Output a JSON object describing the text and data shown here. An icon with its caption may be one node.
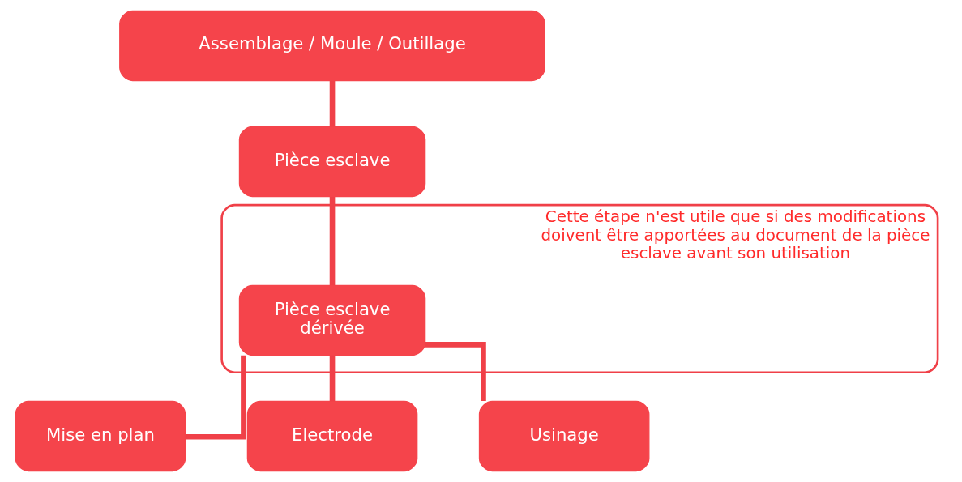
{
  "diagram": {
    "nodes": [
      {
        "text": [
          "Assemblage / Moule / Outillage"
        ]
      },
      {
        "text": [
          "Pièce esclave"
        ]
      },
      {
        "text": [
          "Cette étape n'est utile que si des modifications doivent être apportées au document de la pièce esclave avant son utilisation"
        ]
      },
      {
        "text": [
          "Pièce esclave dérivée"
        ],
        "in": 2
      },
      {
        "text": [
          "Mise en plan"
        ]
      },
      {
        "text": [
          "Electrode"
        ]
      },
      {
        "text": [
          "Usinage"
        ]
      }
    ],
    "edges": [
      {
        "from": 0,
        "to": 1,
        "arrow": "none"
      },
      {
        "from": 1,
        "to": 3,
        "arrow": "none"
      },
      {
        "from": 3,
        "to": 4,
        "arrow": "none"
      },
      {
        "from": 3,
        "to": 5,
        "arrow": "none"
      },
      {
        "from": 3,
        "to": 6,
        "arrow": "none"
      }
    ]
  }
}
